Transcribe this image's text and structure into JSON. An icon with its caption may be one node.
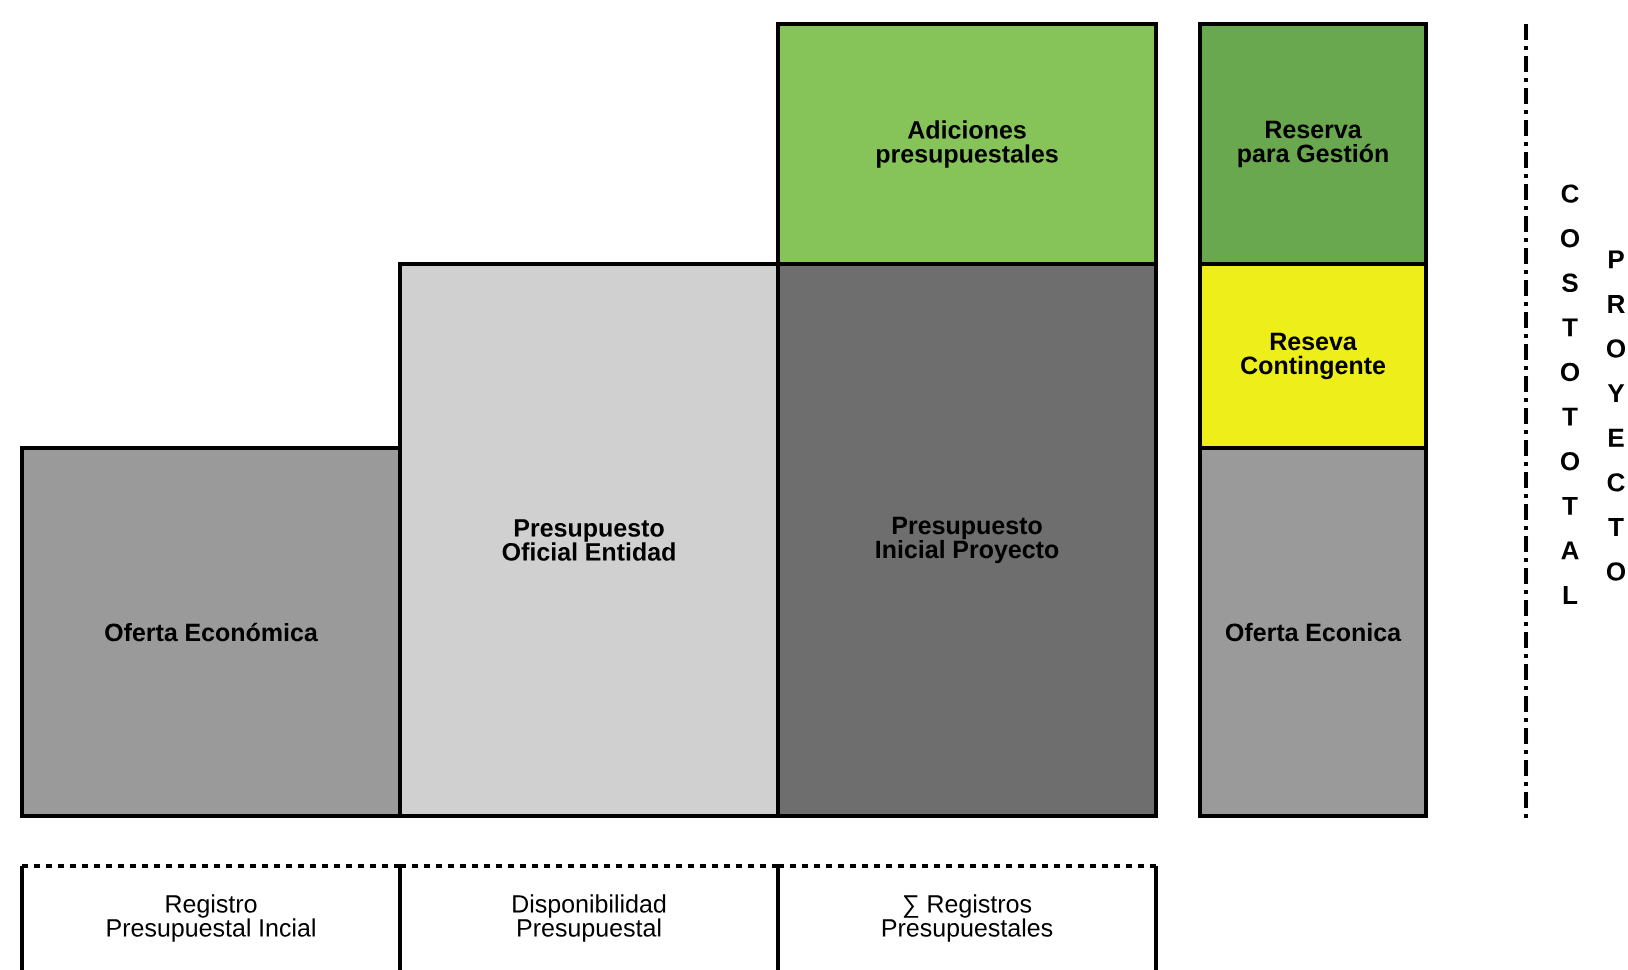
{
  "diagram": {
    "nodes": [
      {
        "text": [
          "Oferta Económica"
        ]
      },
      {
        "text": [
          "Presupuesto Oficial Entidad"
        ]
      },
      {
        "text": [
          "Adiciones presupuestales"
        ]
      },
      {
        "text": [
          "Presupuesto Inicial Proyecto"
        ]
      },
      {
        "text": [
          "Reserva para Gestión"
        ]
      },
      {
        "text": [
          "Reseva Contingente"
        ]
      },
      {
        "text": [
          "Oferta Econica"
        ]
      },
      {
        "text": [
          "Registro Presupuestal Incial"
        ]
      },
      {
        "text": [
          "Disponibilidad Presupuestal"
        ]
      },
      {
        "text": [
          "∑ Registros Presupuestales"
        ]
      }
    ],
    "labels": [
      "COSTO TOTAL",
      "PROYECTO"
    ]
  }
}
